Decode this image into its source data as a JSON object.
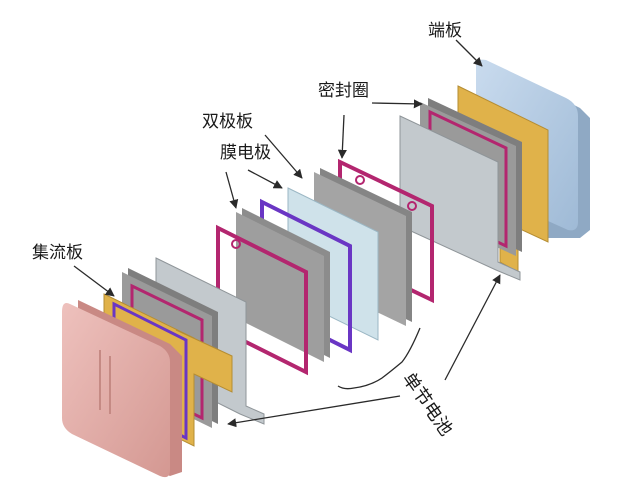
{
  "labels": {
    "end_plate": "端板",
    "seal_ring": "密封圈",
    "bipolar_plate": "双极板",
    "mea": "膜电极",
    "current_collector": "集流板",
    "single_cell": "单节电池"
  },
  "colors": {
    "end_plate_right": "#b7cfe4",
    "end_plate_left": "#e4b1ad",
    "collector_gold": "#e0b24a",
    "seal_magenta": "#b3266f",
    "seal_purple": "#6a36c4",
    "plate_dark": "#8a8a8a",
    "plate_light": "#c9cfd3",
    "membrane": "#cfe2ea"
  }
}
